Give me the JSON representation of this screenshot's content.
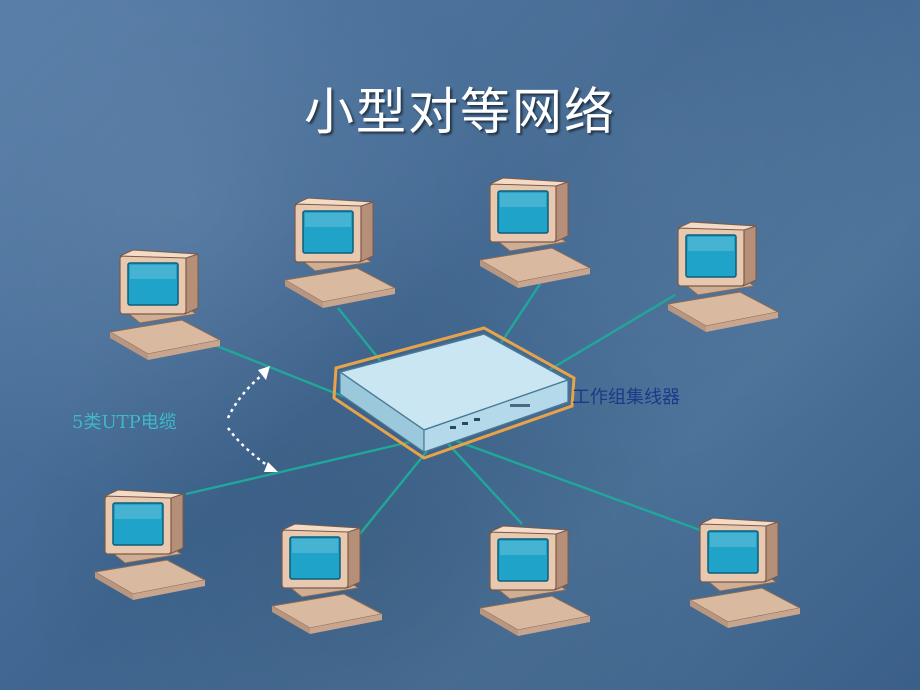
{
  "slide": {
    "title": "小型对等网络"
  },
  "labels": {
    "cable": "5类UTP电缆",
    "hub": "工作组集线器"
  },
  "colors": {
    "background": "#4a6f96",
    "cable_line": "#1fa89a",
    "cable_label": "#3fb8c8",
    "hub_label": "#1a3a8a",
    "computer_body": "#e8c9b0",
    "screen": "#1fa3c9"
  },
  "icons": {
    "computer": "desktop-computer-icon",
    "hub": "network-hub-icon"
  }
}
